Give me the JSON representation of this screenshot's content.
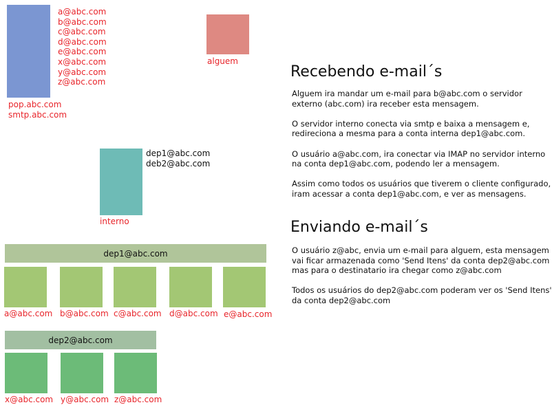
{
  "colors": {
    "external_server": "#7b96d2",
    "sender": "#de8982",
    "internal_server": "#6ebbb6",
    "dep1": "#a3c774",
    "dep1_bar": "#b0c59a",
    "dep2": "#6cbb78",
    "dep2_bar": "#a2bfa2",
    "label_red": "#e8252b"
  },
  "external": {
    "accounts": [
      "a@abc.com",
      "b@abc.com",
      "c@abc.com",
      "d@abc.com",
      "e@abc.com",
      "x@abc.com",
      "y@abc.com",
      "z@abc.com"
    ],
    "hosts": [
      "pop.abc.com",
      "smtp.abc.com"
    ]
  },
  "sender": {
    "label": "alguem"
  },
  "internal": {
    "accounts": [
      "dep1@abc.com",
      "deb2@abc.com"
    ],
    "label": "interno"
  },
  "dep1": {
    "title": "dep1@abc.com",
    "users": [
      "a@abc.com",
      "b@abc.com",
      "c@abc.com",
      "d@abc.com",
      "e@abc.com"
    ]
  },
  "dep2": {
    "title": "dep2@abc.com",
    "users": [
      "x@abc.com",
      "y@abc.com",
      "z@abc.com"
    ]
  },
  "receiving": {
    "heading": "Recebendo e-mail´s",
    "paragraphs": [
      [
        "Alguem ira mandar um e-mail para b@abc.com o servidor",
        "externo (abc.com) ira receber esta mensagem."
      ],
      [
        "O servidor interno conecta via smtp e baixa a mensagem e,",
        "redireciona a mesma para a conta interna dep1@abc.com."
      ],
      [
        "O usuário a@abc.com, ira conectar via IMAP no servidor interno",
        "na conta dep1@abc.com, podendo ler a mensagem."
      ],
      [
        "Assim como todos os usuários que tiverem o cliente configurado,",
        "iram acessar a conta dep1@abc.com, e ver as mensagens."
      ]
    ]
  },
  "sending": {
    "heading": "Enviando e-mail´s",
    "paragraphs": [
      [
        "O usuário z@abc, envia um e-mail para alguem, esta mensagem",
        "vai ficar armazenada como 'Send Itens' da conta dep2@abc.com",
        "mas para o destinatario ira chegar como z@abc.com"
      ],
      [
        "Todos os usuários do dep2@abc.com poderam ver os 'Send Itens'",
        "da conta dep2@abc.com"
      ]
    ]
  }
}
